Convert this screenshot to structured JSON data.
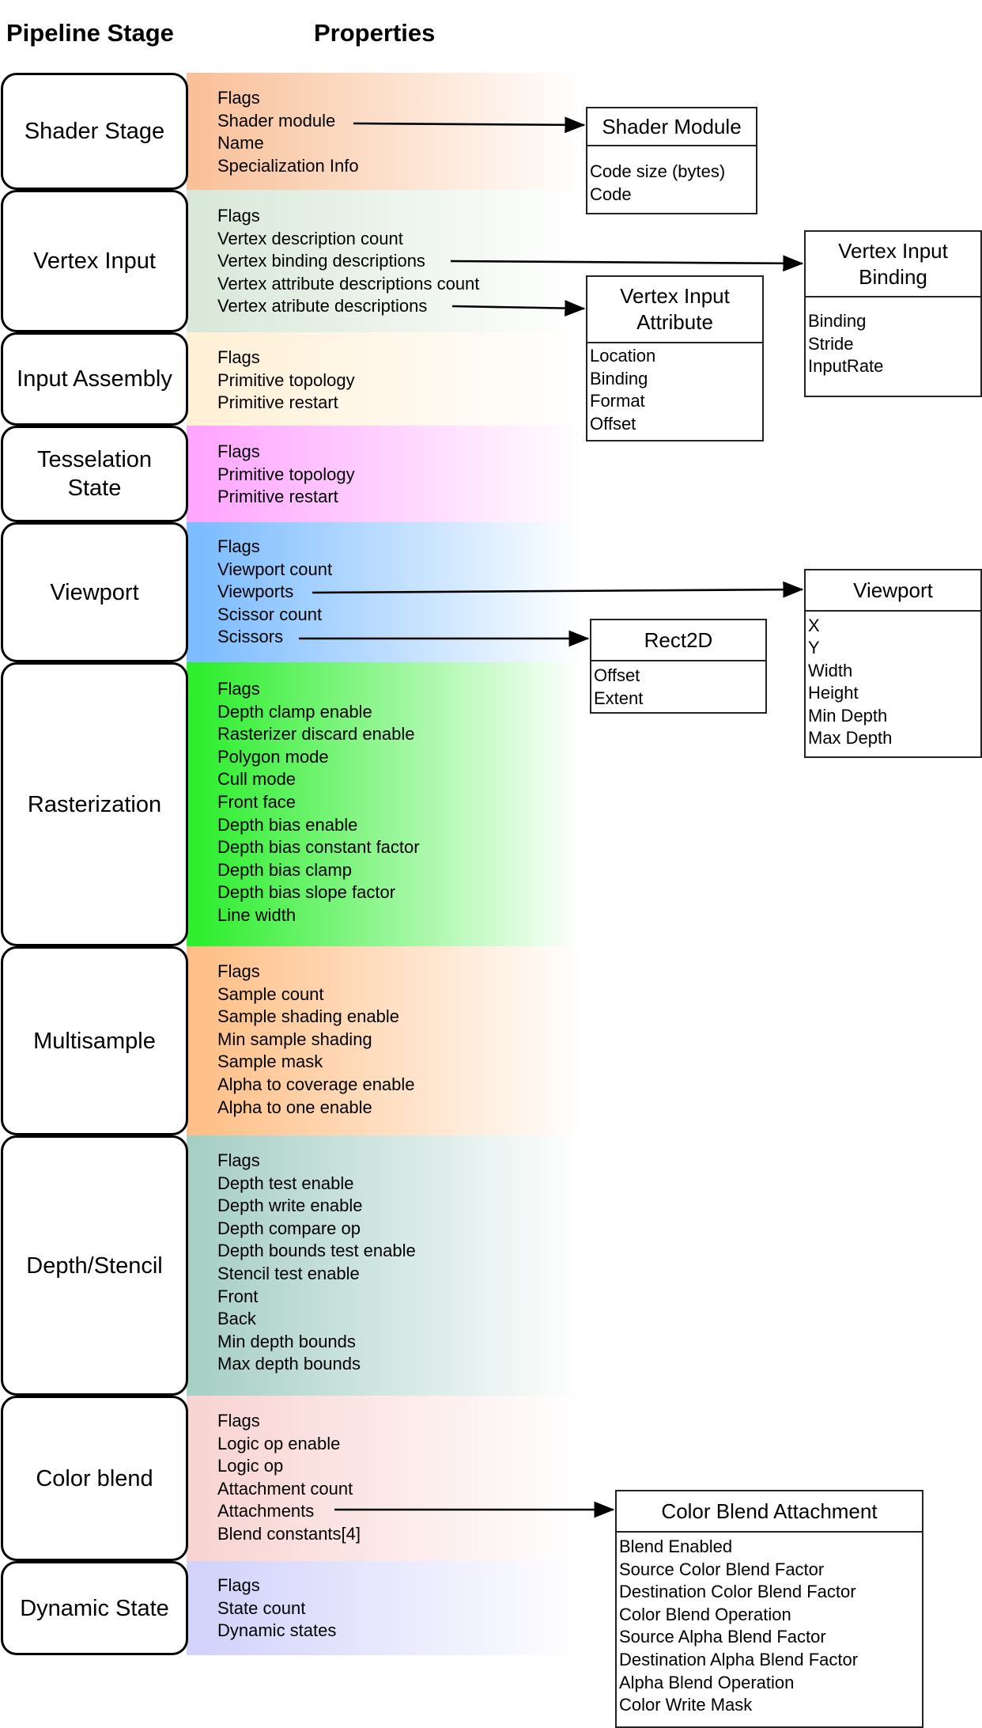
{
  "headers": {
    "stage": "Pipeline Stage",
    "properties": "Properties"
  },
  "stages": [
    {
      "name": "Shader Stage",
      "color": "#f9c19a",
      "props": [
        "Flags",
        "Shader module",
        "Name",
        "Specialization Info"
      ]
    },
    {
      "name": "Vertex Input",
      "color": "#d9e8d9",
      "props": [
        "Flags",
        "Vertex description count",
        "Vertex binding descriptions",
        "Vertex attribute descriptions count",
        "Vertex atribute descriptions"
      ]
    },
    {
      "name": "Input Assembly",
      "color": "#fff0d6",
      "props": [
        "Flags",
        "Primitive topology",
        "Primitive restart"
      ]
    },
    {
      "name": "Tesselation State",
      "color": "#ffa6ff",
      "props": [
        "Flags",
        "Primitive topology",
        "Primitive restart"
      ]
    },
    {
      "name": "Viewport",
      "color": "#7cbcff",
      "props": [
        "Flags",
        "Viewport count",
        "Viewports",
        "Scissor count",
        "Scissors"
      ]
    },
    {
      "name": "Rasterization",
      "color": "#2eee2e",
      "props": [
        "Flags",
        "Depth clamp enable",
        "Rasterizer discard enable",
        "Polygon mode",
        "Cull mode",
        "Front face",
        "Depth bias enable",
        "Depth bias constant factor",
        "Depth bias clamp",
        "Depth bias slope factor",
        "Line width"
      ]
    },
    {
      "name": "Multisample",
      "color": "#ffbf86",
      "props": [
        "Flags",
        "Sample count",
        "Sample shading enable",
        "Min sample shading",
        "Sample mask",
        "Alpha to coverage enable",
        "Alpha to one enable"
      ]
    },
    {
      "name": "Depth/Stencil",
      "color": "#a7cfc6",
      "props": [
        "Flags",
        "Depth test enable",
        "Depth write enable",
        "Depth compare op",
        "Depth bounds test enable",
        "Stencil test enable",
        "Front",
        "Back",
        "Min depth bounds",
        "Max depth bounds"
      ]
    },
    {
      "name": "Color blend",
      "color": "#f8d4d2",
      "props": [
        "Flags",
        "Logic op enable",
        "Logic op",
        "Attachment count",
        "Attachments",
        "Blend constants[4]"
      ]
    },
    {
      "name": "Dynamic State",
      "color": "#d2d2fb",
      "props": [
        "Flags",
        "State count",
        "Dynamic states"
      ]
    }
  ],
  "structs": {
    "shader_module": {
      "title": "Shader Module",
      "fields": [
        "Code size (bytes)",
        "Code"
      ]
    },
    "vertex_input_binding": {
      "title": "Vertex Input Binding",
      "fields": [
        "Binding",
        "Stride",
        "InputRate"
      ]
    },
    "vertex_input_attribute": {
      "title": "Vertex Input Attribute",
      "fields": [
        "Location",
        "Binding",
        "Format",
        "Offset"
      ]
    },
    "viewport": {
      "title": "Viewport",
      "fields": [
        "X",
        "Y",
        "Width",
        "Height",
        "Min Depth",
        "Max Depth"
      ]
    },
    "rect2d": {
      "title": "Rect2D",
      "fields": [
        "Offset",
        "Extent"
      ]
    },
    "color_blend_attachment": {
      "title": "Color Blend Attachment",
      "fields": [
        "Blend Enabled",
        "Source Color Blend Factor",
        "Destination Color Blend Factor",
        "Color Blend Operation",
        "Source Alpha Blend Factor",
        "Destination Alpha Blend Factor",
        "Alpha Blend Operation",
        "Color Write Mask"
      ]
    }
  },
  "links": [
    {
      "from": "Shader module",
      "to": "Shader Module"
    },
    {
      "from": "Vertex binding descriptions",
      "to": "Vertex Input Binding"
    },
    {
      "from": "Vertex atribute descriptions",
      "to": "Vertex Input Attribute"
    },
    {
      "from": "Viewports",
      "to": "Viewport"
    },
    {
      "from": "Scissors",
      "to": "Rect2D"
    },
    {
      "from": "Attachments",
      "to": "Color Blend Attachment"
    }
  ]
}
